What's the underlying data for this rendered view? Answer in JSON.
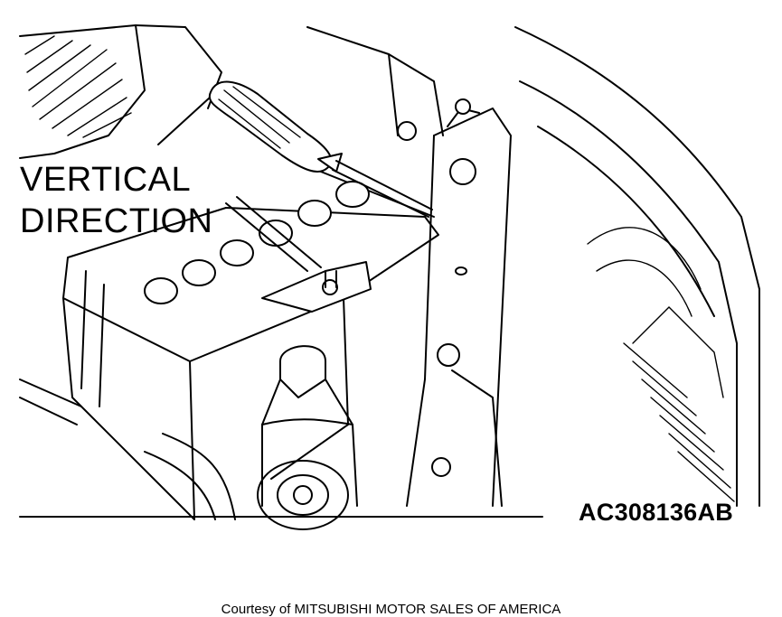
{
  "callout": {
    "line1": "VERTICAL",
    "line2": "DIRECTION"
  },
  "figure_code": "AC308136AB",
  "credit": "Courtesy of MITSUBISHI MOTOR SALES OF AMERICA"
}
